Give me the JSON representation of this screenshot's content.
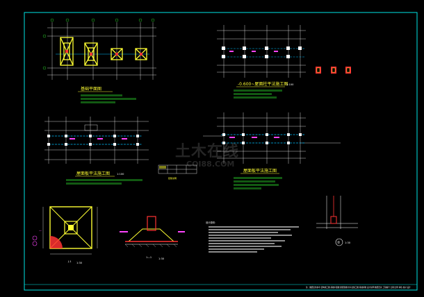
{
  "drawing": {
    "title_block_text": "注：图纸仅供参考 结构施工图 基础平面图 梁配筋图 柱平法施工图 基础详图 设计说明 图纸目录 工程编号 日期 比例 审核 校对 设计",
    "watermark": "土木在线",
    "watermark_sub": "COI88.COM"
  },
  "views": {
    "foundation_plan": {
      "title": "基础平面图"
    },
    "column_plan": {
      "title": "-0.600~屋面柱平法施工图",
      "scale": "1:100"
    },
    "roof_beam_plan_left": {
      "title": "屋面板平法施工图",
      "scale": "1:100"
    },
    "roof_beam_plan_right": {
      "title": "屋面板平法施工图"
    },
    "rebar_table": {
      "title": "配筋说明"
    },
    "footing_detail": {
      "title": "J-1",
      "scale": "1:30"
    },
    "section_1_1": {
      "title": "1—1",
      "scale": "1:30"
    },
    "general_notes": {
      "title": "设计说明："
    },
    "detail_2": {
      "title": "②",
      "scale": "1:30"
    }
  },
  "colors": {
    "background": "#000000",
    "border": "#00e6e6",
    "grid_line": "#ffffff",
    "foundation": "#ffff33",
    "beam": "#00bfff",
    "rebar": "#ff3333",
    "text_note": "#33ff33",
    "magenta": "#ff44ff"
  }
}
